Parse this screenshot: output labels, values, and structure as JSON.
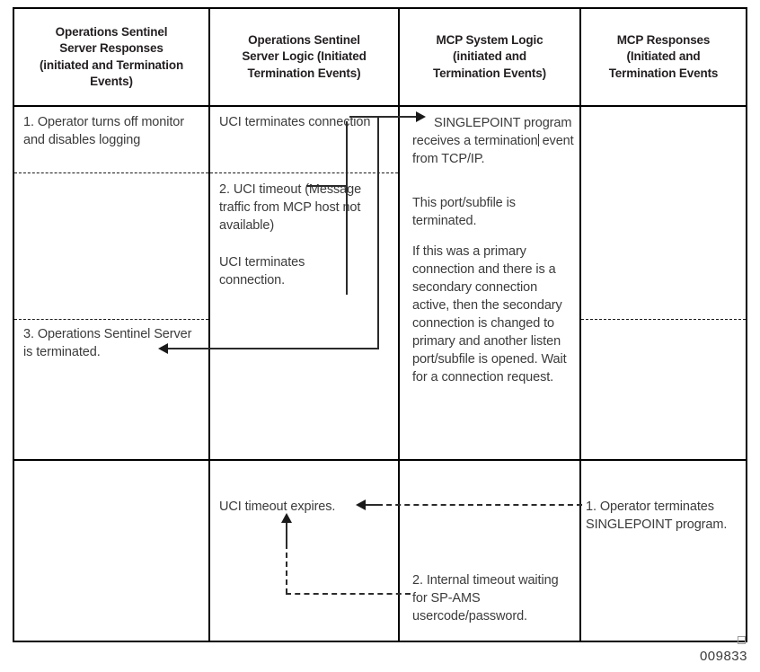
{
  "figure": {
    "id": "009833",
    "columns": [
      {
        "key": "col1",
        "header": "Operations Sentinel Server Responses (initiated and Termination Events)"
      },
      {
        "key": "col2",
        "header": "Operations Sentinel Server Logic (Initiated Termination Events)"
      },
      {
        "key": "col3",
        "header": "MCP System Logic (initiated and Termination Events)"
      },
      {
        "key": "col4",
        "header": "MCP Responses (Initiated and Termination Events"
      }
    ],
    "header_lines": {
      "col1": [
        "Operations Sentinel",
        "Server Responses",
        "(initiated and Termination",
        "Events)"
      ],
      "col2": [
        "Operations Sentinel",
        "Server Logic (Initiated",
        "Termination Events)"
      ],
      "col3": [
        "MCP System Logic",
        "(initiated and",
        "Termination Events)"
      ],
      "col4": [
        "MCP Responses",
        "(Initiated and",
        "Termination Events"
      ]
    },
    "rows": [
      {
        "name": "operations-sentinel-initiated-termination",
        "col1": {
          "blocks": [
            "1. Operator turns off monitor and disables logging",
            "3. Operations Sentinel Server is terminated."
          ]
        },
        "col2": {
          "blocks": [
            "UCI terminates connection",
            "2. UCI timeout (Message traffic from MCP host not available)",
            "UCI terminates connection."
          ]
        },
        "col3": {
          "blocks": [
            "SINGLEPOINT program receives a termination event from TCP/IP.",
            "This port/subfile is terminated.",
            "If this was a primary connection and there is a secondary connection active, then the secondary connection is changed to primary and another listen port/subfile is opened. Wait for a connection request."
          ],
          "text_before_caret": "SINGLEPOINT program receives a termination",
          "text_after_caret": " event from TCP/IP."
        },
        "col4": {
          "blocks": []
        }
      },
      {
        "name": "mcp-initiated-termination",
        "col1": {
          "blocks": []
        },
        "col2": {
          "blocks": [
            "UCI timeout expires."
          ]
        },
        "col3": {
          "blocks": [
            "2. Internal timeout waiting for SP-AMS usercode/password."
          ]
        },
        "col4": {
          "blocks": [
            "1. Operator terminates SINGLEPOINT program."
          ]
        }
      }
    ],
    "connectors": [
      {
        "name": "uci-terminates-to-singlepoint",
        "style": "solid",
        "direction": "right"
      },
      {
        "name": "uci-timeout-branch",
        "style": "solid",
        "direction": "right"
      },
      {
        "name": "termination-back-to-sentinel-server",
        "style": "solid",
        "direction": "left"
      },
      {
        "name": "operator-terminates-to-uci-timeout",
        "style": "dashed",
        "direction": "left"
      },
      {
        "name": "internal-timeout-to-uci-timeout",
        "style": "dashed",
        "direction": "up"
      }
    ]
  },
  "colors": {
    "border": "#000000",
    "text": "#3b3b3b",
    "connector": "#2b2b2b"
  }
}
